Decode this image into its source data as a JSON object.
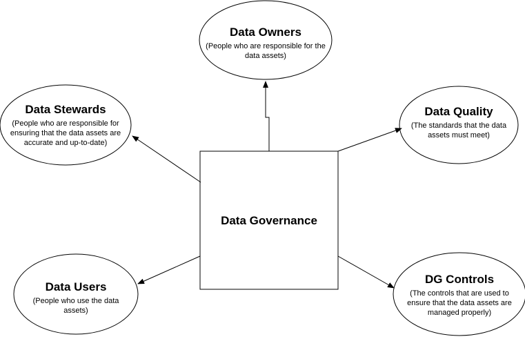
{
  "center": {
    "title": "Data Governance"
  },
  "nodes": {
    "owners": {
      "title": "Data Owners",
      "desc": "(People who are responsible for the data assets)"
    },
    "stewards": {
      "title": "Data Stewards",
      "desc": "(People who are responsible for ensuring that the data assets are accurate and up-to-date)"
    },
    "quality": {
      "title": "Data Quality",
      "desc": "(The standards that the data assets must meet)"
    },
    "users": {
      "title": "Data Users",
      "desc": "(People who use the data assets)"
    },
    "controls": {
      "title": "DG Controls",
      "desc": "(The controls that are used to ensure that the data assets are managed properly)"
    }
  },
  "colors": {
    "stroke": "#000000",
    "fill": "#ffffff"
  }
}
